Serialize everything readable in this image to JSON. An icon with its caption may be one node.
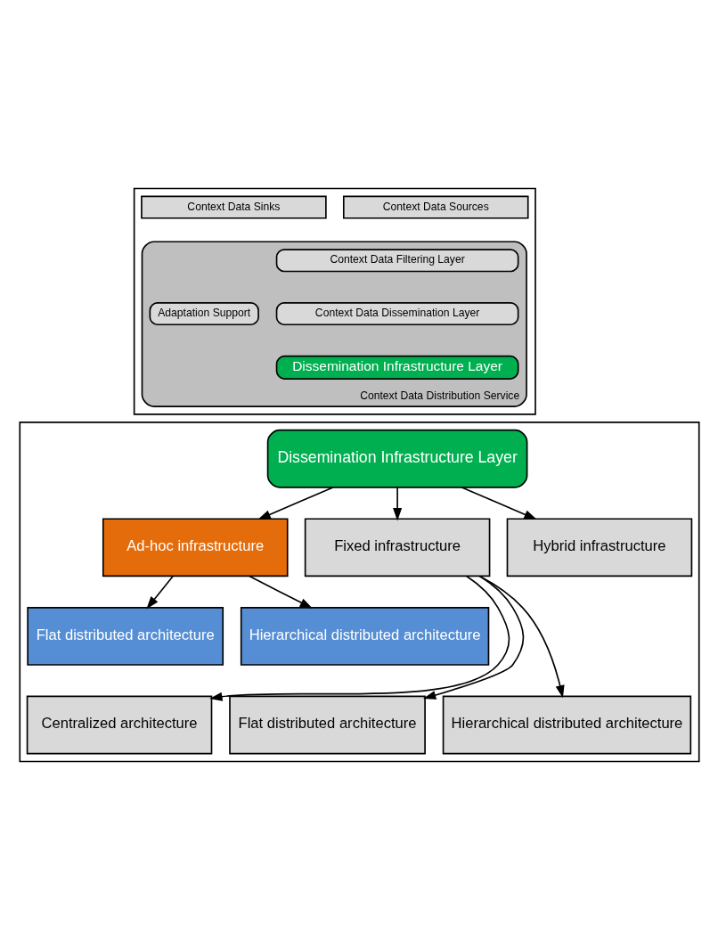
{
  "diagram": {
    "nodes": [
      {
        "text": [],
        "shape": "box"
      },
      {
        "text": [
          "Context Data Sinks"
        ],
        "in": 0
      },
      {
        "text": [
          "Context Data Sources"
        ],
        "in": 0
      },
      {
        "text": [
          "Context Data Distribution Service"
        ],
        "in": 0
      },
      {
        "text": [
          "Adaptation Support"
        ],
        "in": 3
      },
      {
        "text": [
          "Context Data Filtering Layer"
        ],
        "in": 3
      },
      {
        "text": [
          "Context Data Dissemination Layer"
        ],
        "in": 3
      },
      {
        "text": [
          "Dissemination Infrastructure Layer"
        ],
        "in": 3
      },
      {
        "text": [],
        "shape": "box"
      },
      {
        "text": [
          "Dissemination Infrastructure Layer"
        ],
        "in": 8
      },
      {
        "text": [
          "Flat distributed architecture"
        ],
        "in": 8
      },
      {
        "text": [
          "Ad-hoc infrastructure"
        ],
        "in": 8
      },
      {
        "text": [
          "Hierarchical distributed architecture"
        ],
        "in": 8
      },
      {
        "text": [
          "Centralized architecture"
        ],
        "in": 8
      },
      {
        "text": [
          "Fixed infrastructure"
        ],
        "in": 8
      },
      {
        "text": [
          "Flat distributed architecture"
        ],
        "in": 8
      },
      {
        "text": [
          "Hierarchical distributed architecture"
        ],
        "in": 8
      },
      {
        "text": [
          "Hybrid infrastructure"
        ],
        "in": 8
      }
    ],
    "edges": [
      {
        "from": 9,
        "to": 11,
        "arrow": "to"
      },
      {
        "from": 9,
        "to": 14,
        "arrow": "to"
      },
      {
        "from": 9,
        "to": 17,
        "arrow": "to"
      },
      {
        "from": 11,
        "to": 10,
        "arrow": "to"
      },
      {
        "from": 11,
        "to": 12,
        "arrow": "to"
      },
      {
        "from": 14,
        "to": 13,
        "arrow": "to"
      },
      {
        "from": 14,
        "to": 15,
        "arrow": "to"
      },
      {
        "from": 14,
        "to": 16,
        "arrow": "to"
      }
    ]
  }
}
